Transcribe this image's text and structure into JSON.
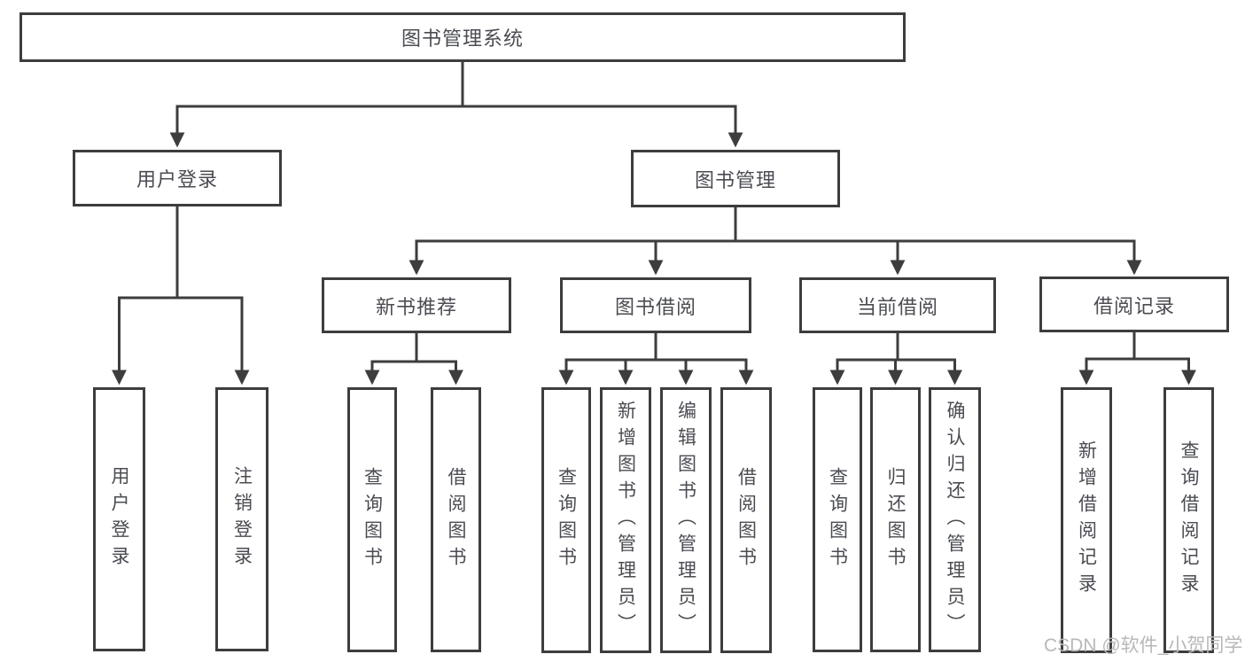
{
  "colors": {
    "line": "#3d3d3f",
    "node_border": "#3d3d3f",
    "node_text": "#4a4c52",
    "background": "#ffffff",
    "watermark_text": "#b8b8b8"
  },
  "tree": {
    "root": {
      "label": "图书管理系统"
    },
    "children": [
      {
        "label": "用户登录",
        "children": [
          {
            "label": "用户登录"
          },
          {
            "label": "注销登录"
          }
        ]
      },
      {
        "label": "图书管理",
        "children": [
          {
            "label": "新书推荐",
            "children": [
              {
                "label": "查询图书"
              },
              {
                "label": "借阅图书"
              }
            ]
          },
          {
            "label": "图书借阅",
            "children": [
              {
                "label": "查询图书"
              },
              {
                "label": "新增图书（管理员）"
              },
              {
                "label": "编辑图书（管理员）"
              },
              {
                "label": "借阅图书"
              }
            ]
          },
          {
            "label": "当前借阅",
            "children": [
              {
                "label": "查询图书"
              },
              {
                "label": "归还图书"
              },
              {
                "label": "确认归还（管理员）"
              }
            ]
          },
          {
            "label": "借阅记录",
            "children": [
              {
                "label": "新增借阅记录"
              },
              {
                "label": "查询借阅记录"
              }
            ]
          }
        ]
      }
    ]
  },
  "watermark": "CSDN @软件_小贺同学"
}
